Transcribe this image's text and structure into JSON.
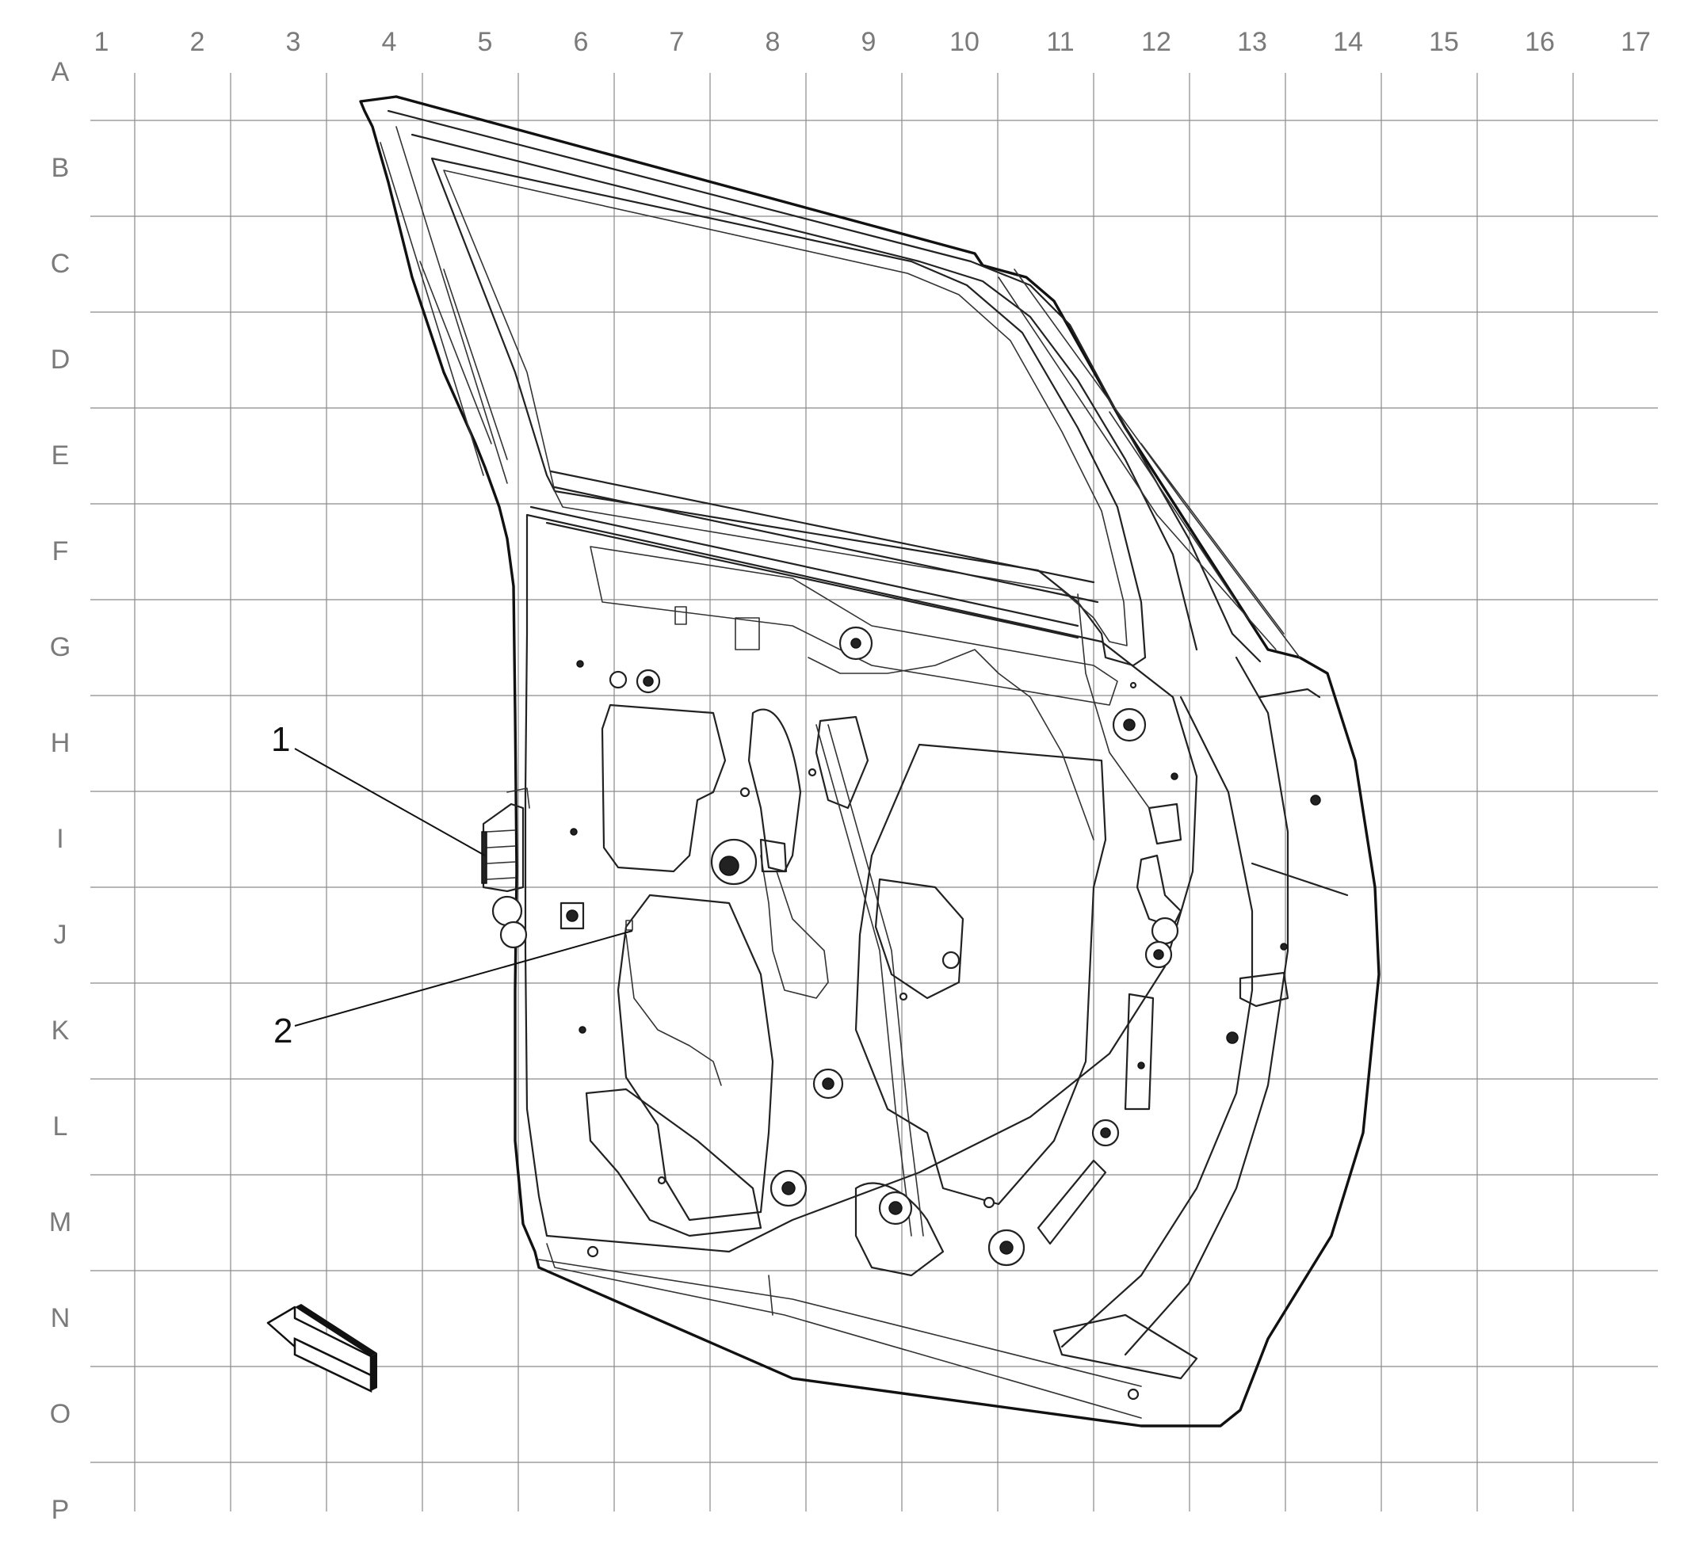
{
  "grid": {
    "columns": [
      "1",
      "2",
      "3",
      "4",
      "5",
      "6",
      "7",
      "8",
      "9",
      "10",
      "11",
      "12",
      "13",
      "14",
      "15",
      "16",
      "17"
    ],
    "rows": [
      "A",
      "B",
      "C",
      "D",
      "E",
      "F",
      "G",
      "H",
      "I",
      "J",
      "K",
      "L",
      "M",
      "N",
      "O",
      "P"
    ]
  },
  "callouts": [
    {
      "id": "1",
      "label": "1"
    },
    {
      "id": "2",
      "label": "2"
    }
  ]
}
